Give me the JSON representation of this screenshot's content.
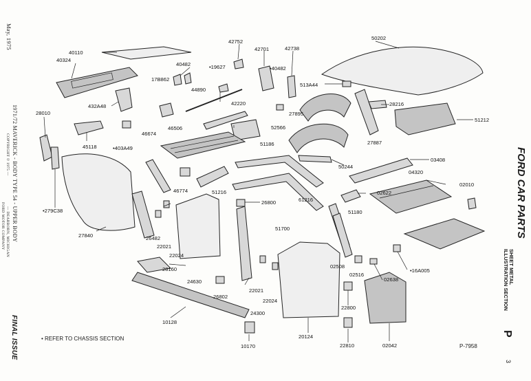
{
  "margin_left": {
    "date": "May, 1975",
    "model": "1971/72  MAVERICK - BODY TYPE 54 - UPPER BODY",
    "copyright": "COPYRIGHT © 1975 —",
    "copyright2": "FORD MOTOR COMPANY",
    "location": "— DEARBORN, MICHIGAN",
    "status": "FINAL ISSUE"
  },
  "margin_right": {
    "title": "FORD CAR PARTS",
    "subtitle": "SHEET METAL",
    "subtitle2": "ILLUSTRATION SECTION",
    "section": "P",
    "page": "3"
  },
  "footnote": "• REFER TO CHASSIS SECTION",
  "figure_number": "P-7958",
  "labels": {
    "l40110": "40110",
    "l40324": "40324",
    "l432A48": "432A48",
    "l28010": "28010",
    "l45118": "45118",
    "l403A49": "•403A49",
    "l279C38": "•279C38",
    "l27840": "27840",
    "l40482a": "40482",
    "l17B862": "17B862",
    "l42752": "42752",
    "l19627": "•19627",
    "l42701": "42701",
    "l40482b": "•40482",
    "l42738": "42738",
    "l44890": "44890",
    "l42220": "42220",
    "l46674": "46674",
    "l46506": "46506",
    "l52566": "52566",
    "l513A44": "513A44",
    "l50202": "50202",
    "l28216": "28216",
    "l51212": "51212",
    "l27895": "27895",
    "l27887": "27887",
    "l51186": "51186",
    "l50244": "50244",
    "l03408": "03408",
    "l46774": "46774",
    "l51216": "51216",
    "l04320": "04320",
    "l02010": "02010",
    "l02622": "02622",
    "l26800": "26800",
    "l61216": "61216",
    "l51180": "51180",
    "l51700": "51700",
    "l26482": "26482",
    "l22021a": "22021",
    "l22024a": "22024",
    "l28160": "28160",
    "l24630": "24630",
    "l02508": "02508",
    "l02516": "02516",
    "l16A005": "•16A005",
    "l02638": "02638",
    "l26802": "26802",
    "l22021b": "22021",
    "l22024b": "22024",
    "l24300": "24300",
    "l22800": "22800",
    "l10128": "10128",
    "l20124": "20124",
    "l10170": "10170",
    "l22810": "22810",
    "l02042": "02042"
  },
  "colors": {
    "ink": "#1a1a1a",
    "paper": "#fdfdfb",
    "part_fill": "#d8d8d8"
  }
}
